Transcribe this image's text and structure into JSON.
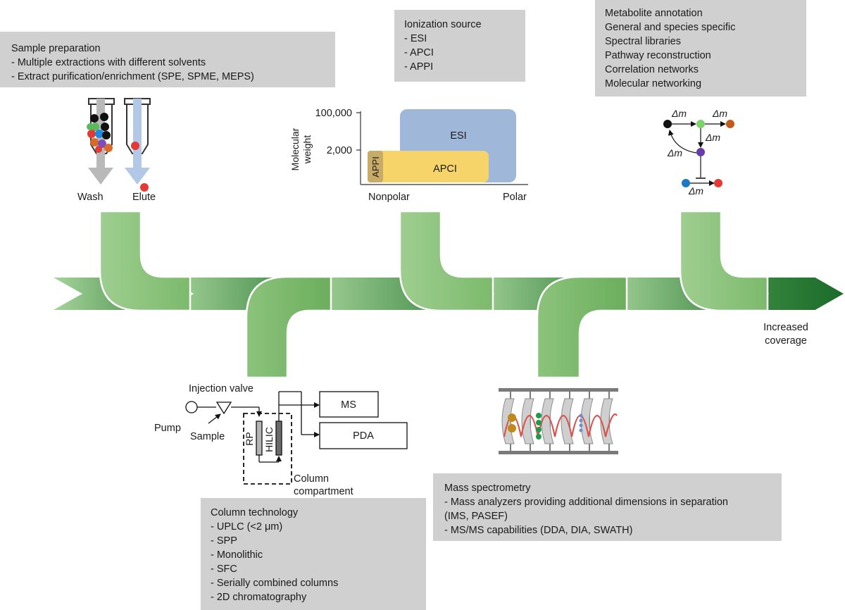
{
  "sample_prep": {
    "title": "Sample preparation",
    "items": [
      "- Multiple extractions with different solvents",
      "- Extract purification/enrichment (SPE, SPME, MEPS)"
    ],
    "wash": "Wash",
    "elute": "Elute"
  },
  "ionization": {
    "title": "Ionization source",
    "items": [
      "- ESI",
      "- APCI",
      "- APPI"
    ]
  },
  "ion_chart": {
    "ylabel_1": "Molecular",
    "ylabel_2": "weight",
    "y_ticks": [
      "100,000",
      "2,000"
    ],
    "x_left": "Nonpolar",
    "x_right": "Polar",
    "esi": "ESI",
    "apci": "APCI",
    "appi": "APPI",
    "colors": {
      "esi": "#9fb8da",
      "apci": "#f6d46a",
      "appi": "#c8ab66"
    }
  },
  "annotation": {
    "items": [
      "Metabolite annotation",
      "General and species specific",
      "Spectral libraries",
      "Pathway reconstruction",
      "Correlation networks",
      "Molecular networking"
    ],
    "delta": "Δm"
  },
  "coverage": {
    "line1": "Increased",
    "line2": "coverage"
  },
  "lc": {
    "injection_valve": "Injection valve",
    "pump": "Pump",
    "sample": "Sample",
    "rp": "RP",
    "hilic": "HILIC",
    "ms": "MS",
    "pda": "PDA",
    "column_1": "Column",
    "column_2": "compartment"
  },
  "column_tech": {
    "title": "Column technology",
    "items": [
      "- UPLC (<2 μm)",
      "- SPP",
      "- Monolithic",
      "- SFC",
      "- Serially combined columns",
      "- 2D chromatography"
    ]
  },
  "mass_spec": {
    "title": "Mass spectrometry",
    "items": [
      "- Mass analyzers providing additional dimensions in separation",
      "(IMS, PASEF)",
      "- MS/MS capabilities (DDA, DIA, SWATH)"
    ]
  },
  "colors": {
    "arrow_light": "#a7d39a",
    "arrow_dark": "#1e6e2e",
    "pipe": "#8fc47f",
    "box": "#d0d0d0"
  }
}
